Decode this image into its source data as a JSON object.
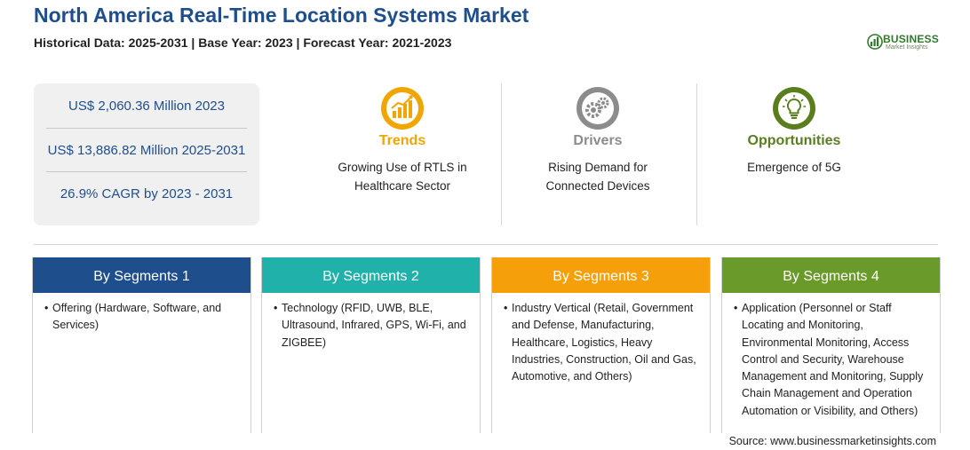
{
  "header": {
    "title": "North America Real-Time Location Systems Market",
    "subtitle": "Historical Data: 2025-2031 | Base Year: 2023 | Forecast Year: 2021-2023"
  },
  "logo": {
    "name": "BUSINESS",
    "tagline": "Market Insights"
  },
  "stats": [
    "US$ 2,060.36 Million 2023",
    "US$ 13,886.82 Million 2025-2031",
    "26.9% CAGR by 2023 - 2031"
  ],
  "highlights": {
    "trends": {
      "label": "Trends",
      "text": "Growing Use of RTLS in Healthcare Sector",
      "color": "#f0a500"
    },
    "drivers": {
      "label": "Drivers",
      "text": "Rising Demand for Connected Devices",
      "color": "#8c8c8c"
    },
    "opportunities": {
      "label": "Opportunities",
      "text": "Emergence of 5G",
      "color": "#5a7d1e"
    }
  },
  "segments": [
    {
      "title": "By Segments 1",
      "color": "#1f4e8c",
      "item": "Offering (Hardware, Software, and Services)"
    },
    {
      "title": "By Segments 2",
      "color": "#20b2aa",
      "item": "Technology (RFID, UWB, BLE, Ultrasound, Infrared, GPS, Wi-Fi, and ZIGBEE)"
    },
    {
      "title": "By Segments 3",
      "color": "#f5a00b",
      "item": "Industry Vertical (Retail, Government and Defense, Manufacturing, Healthcare, Logistics, Heavy Industries, Construction, Oil and Gas, Automotive, and Others)"
    },
    {
      "title": "By Segments 4",
      "color": "#6a9a2a",
      "item": "Application (Personnel or Staff Locating and Monitoring, Environmental Monitoring, Access Control and Security, Warehouse Management and Monitoring, Supply Chain Management and Operation Automation or Visibility, and Others)"
    }
  ],
  "footer": {
    "source": "Source: www.businessmarketinsights.com"
  }
}
